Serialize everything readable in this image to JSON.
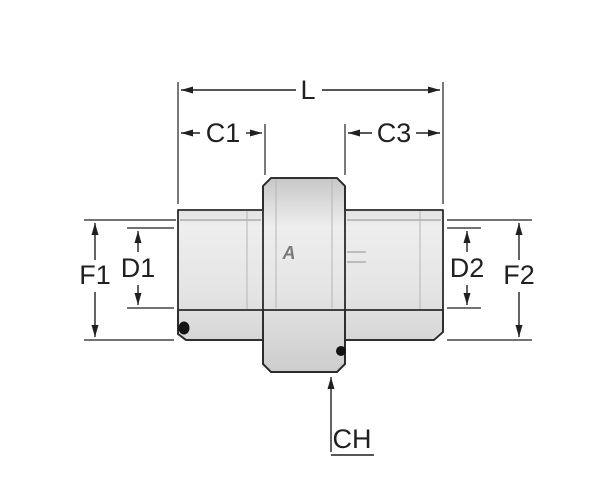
{
  "colors": {
    "background": "#ffffff",
    "line": "#231f20",
    "body_fill_light": "#ececec",
    "body_fill_dark": "#c7c7c7",
    "hatch_line": "#4d4d4d"
  },
  "labels": {
    "L": "L",
    "C1": "C1",
    "C3": "C3",
    "F1": "F1",
    "D1": "D1",
    "D2": "D2",
    "F2": "F2",
    "CH": "CH"
  },
  "logo_text": "A"
}
